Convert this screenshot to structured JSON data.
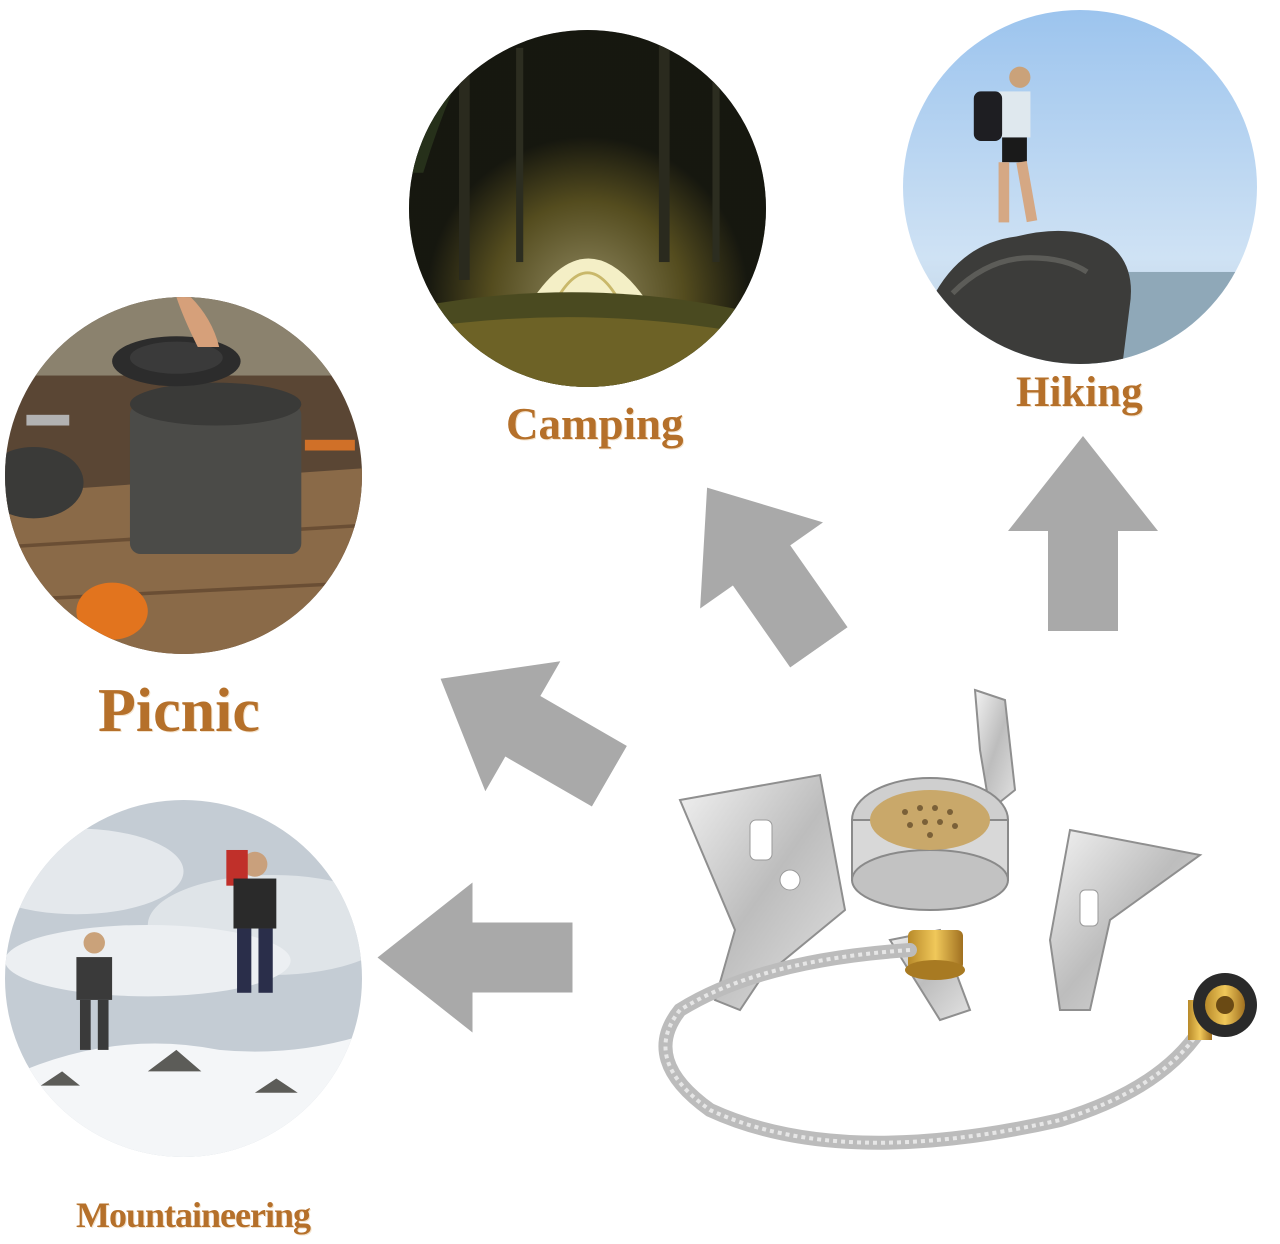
{
  "labels": {
    "camping": "Camping",
    "hiking": "Hiking",
    "picnic": "Picnic",
    "mountaineering": "Mountaineering"
  },
  "colors": {
    "label": "#b5702a",
    "arrow": "#a9a9a9"
  }
}
